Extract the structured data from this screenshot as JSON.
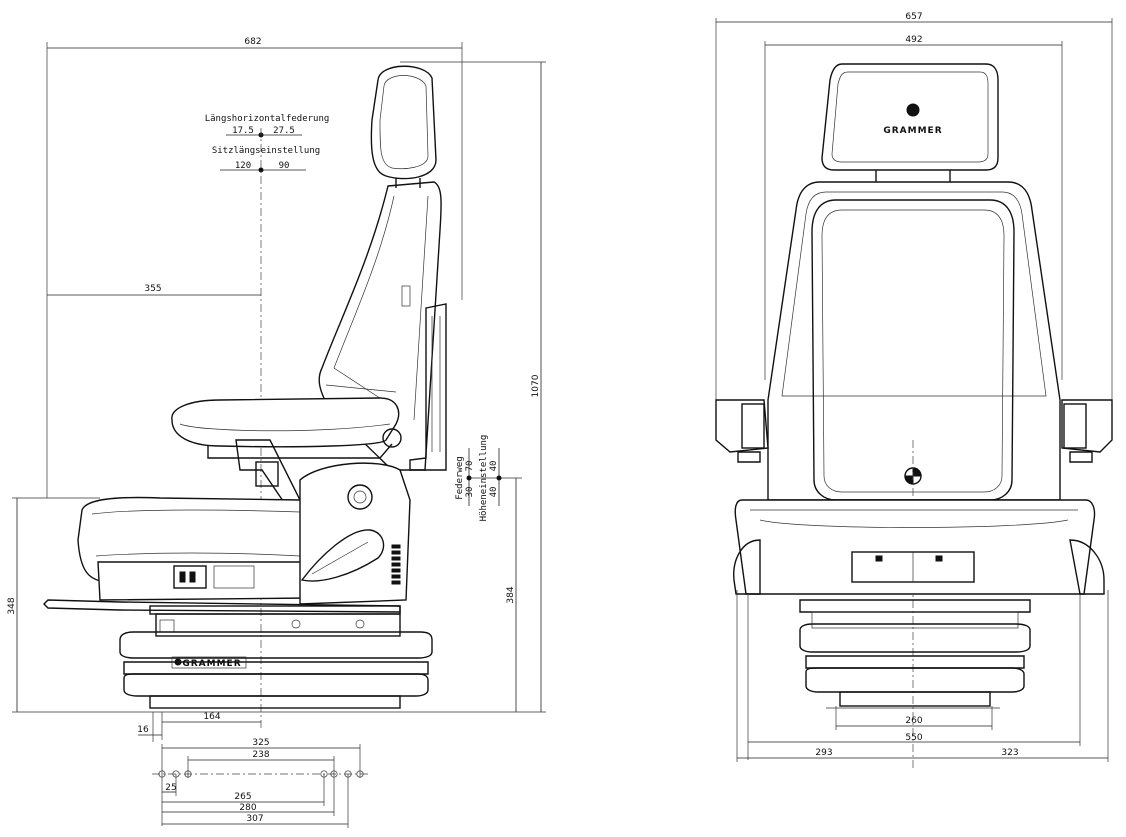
{
  "side_view": {
    "dims": {
      "overall_length": "682",
      "seat_ref": "355",
      "total_height": "1070",
      "base_height": "348",
      "height_384": "384",
      "offset_164": "164",
      "offset_16": "16"
    },
    "labels": {
      "longitudinal_suspension": "Längshorizontalfederung",
      "ls_left": "17.5",
      "ls_right": "27.5",
      "seat_slide": "Sitzlängseinstellung",
      "ss_left": "120",
      "ss_right": "90",
      "federweg": "Federweg",
      "fw_30": "30",
      "fw_70": "70",
      "height_adjust": "Höheneinstellung",
      "ha_40a": "40",
      "ha_40b": "40"
    },
    "brand": "GRAMMER"
  },
  "hole_pattern": {
    "d325": "325",
    "d238": "238",
    "d25": "25",
    "d265": "265",
    "d280": "280",
    "d307": "307"
  },
  "front_view": {
    "dims": {
      "overall_width": "657",
      "backrest_width": "492",
      "d260": "260",
      "d550": "550",
      "d293": "293",
      "d323": "323"
    },
    "brand": "GRAMMER"
  }
}
